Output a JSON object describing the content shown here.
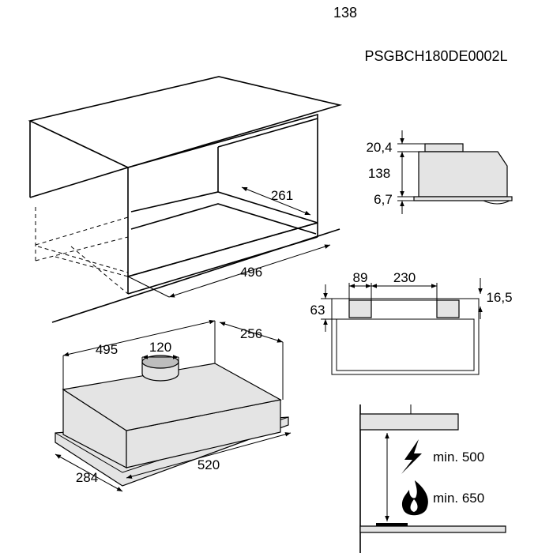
{
  "header": {
    "number": "138",
    "model": "PSGBCH180DE0002L"
  },
  "cabinet": {
    "dim_depth": "261",
    "dim_width": "496"
  },
  "hood": {
    "dim_depth_top": "256",
    "dim_width_top": "495",
    "dim_duct": "120",
    "dim_width_base": "520",
    "dim_depth_base": "284"
  },
  "side_view": {
    "dim_top": "20,4",
    "dim_height": "138",
    "dim_bottom": "6,7"
  },
  "front_view": {
    "dim_left": "89",
    "dim_center": "230",
    "dim_height": "63",
    "dim_right": "16,5"
  },
  "clearance": {
    "electric_label": "min. 500",
    "gas_label": "min. 650",
    "electric_icon": "lightning-bolt-icon",
    "gas_icon": "flame-icon"
  }
}
